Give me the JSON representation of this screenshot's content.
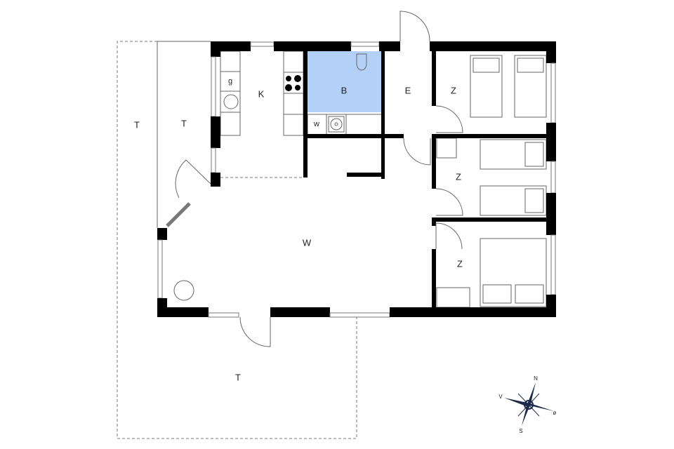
{
  "rooms": {
    "terrace_left_outer": "T",
    "terrace_left_inner": "T",
    "kitchen": "K",
    "kitchen_gas": "g",
    "bathroom": "B",
    "washer": "w",
    "entrance": "E",
    "bedroom_1": "Z",
    "bedroom_2": "Z",
    "bedroom_3": "Z",
    "living": "W",
    "terrace_bottom": "T"
  },
  "colors": {
    "bathroom": "#b3d1f7",
    "wall": "#000000"
  },
  "compass": {
    "north": "N",
    "west": "V",
    "south": "S",
    "east": "ø"
  }
}
